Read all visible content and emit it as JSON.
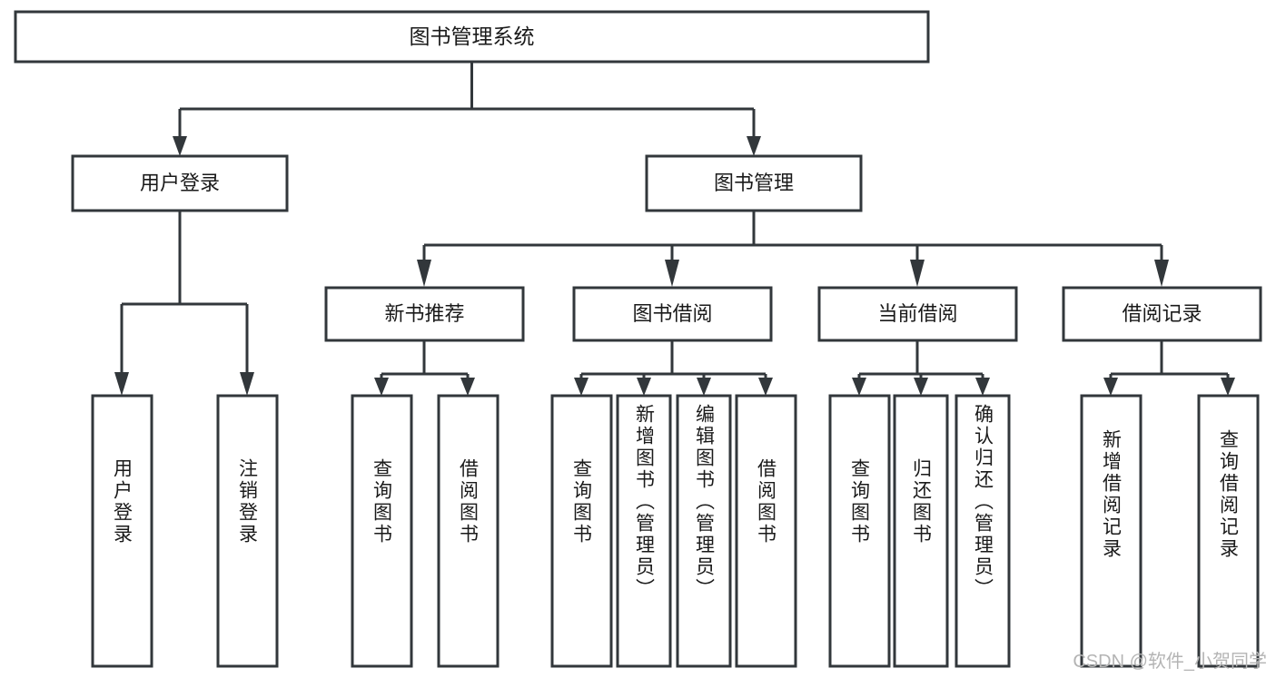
{
  "diagram": {
    "type": "tree-hierarchy",
    "title": "图书管理系统",
    "orientation": "top-down",
    "colors": {
      "stroke": "#32373b",
      "fill": "#ffffff",
      "text": "#1a1a1a",
      "background": "#ffffff",
      "watermark": "#b4b4b4"
    },
    "levels": {
      "level1": [
        "图书管理系统"
      ],
      "level2": [
        "用户登录",
        "图书管理"
      ],
      "level3": [
        "新书推荐",
        "图书借阅",
        "当前借阅",
        "借阅记录"
      ],
      "level4": [
        "用户登录",
        "注销登录",
        "查询图书",
        "借阅图书",
        "查询图书",
        "新增图书（管理员）",
        "编辑图书（管理员）",
        "借阅图书",
        "查询图书",
        "归还图书",
        "确认归还（管理员）",
        "新增借阅记录",
        "查询借阅记录"
      ]
    },
    "nodes": {
      "root": {
        "label": "图书管理系统"
      },
      "user_login": {
        "label": "用户登录"
      },
      "book_mgmt": {
        "label": "图书管理"
      },
      "new_book_rec": {
        "label": "新书推荐"
      },
      "book_borrow": {
        "label": "图书借阅"
      },
      "current_borrow": {
        "label": "当前借阅"
      },
      "borrow_record": {
        "label": "借阅记录"
      },
      "leaf_user_login": {
        "label": "用户登录"
      },
      "leaf_logout": {
        "label": "注销登录"
      },
      "leaf_query_book_1": {
        "label": "查询图书"
      },
      "leaf_borrow_book_1": {
        "label": "借阅图书"
      },
      "leaf_query_book_2": {
        "label": "查询图书"
      },
      "leaf_add_book": {
        "label": "新增图书（管理员）"
      },
      "leaf_edit_book": {
        "label": "编辑图书（管理员）"
      },
      "leaf_borrow_book_2": {
        "label": "借阅图书"
      },
      "leaf_query_book_3": {
        "label": "查询图书"
      },
      "leaf_return_book": {
        "label": "归还图书"
      },
      "leaf_confirm_return": {
        "label": "确认归还（管理员）"
      },
      "leaf_add_record": {
        "label": "新增借阅记录"
      },
      "leaf_query_record": {
        "label": "查询借阅记录"
      }
    },
    "edges": [
      {
        "from": "图书管理系统",
        "to": "用户登录"
      },
      {
        "from": "图书管理系统",
        "to": "图书管理"
      },
      {
        "from": "用户登录",
        "to": "用户登录"
      },
      {
        "from": "用户登录",
        "to": "注销登录"
      },
      {
        "from": "图书管理",
        "to": "新书推荐"
      },
      {
        "from": "图书管理",
        "to": "图书借阅"
      },
      {
        "from": "图书管理",
        "to": "当前借阅"
      },
      {
        "from": "图书管理",
        "to": "借阅记录"
      },
      {
        "from": "新书推荐",
        "to": "查询图书"
      },
      {
        "from": "新书推荐",
        "to": "借阅图书"
      },
      {
        "from": "图书借阅",
        "to": "查询图书"
      },
      {
        "from": "图书借阅",
        "to": "新增图书（管理员）"
      },
      {
        "from": "图书借阅",
        "to": "编辑图书（管理员）"
      },
      {
        "from": "图书借阅",
        "to": "借阅图书"
      },
      {
        "from": "当前借阅",
        "to": "查询图书"
      },
      {
        "from": "当前借阅",
        "to": "归还图书"
      },
      {
        "from": "当前借阅",
        "to": "确认归还（管理员）"
      },
      {
        "from": "借阅记录",
        "to": "新增借阅记录"
      },
      {
        "from": "借阅记录",
        "to": "查询借阅记录"
      }
    ]
  },
  "watermark": {
    "text": "CSDN @软件_小贺同学"
  }
}
